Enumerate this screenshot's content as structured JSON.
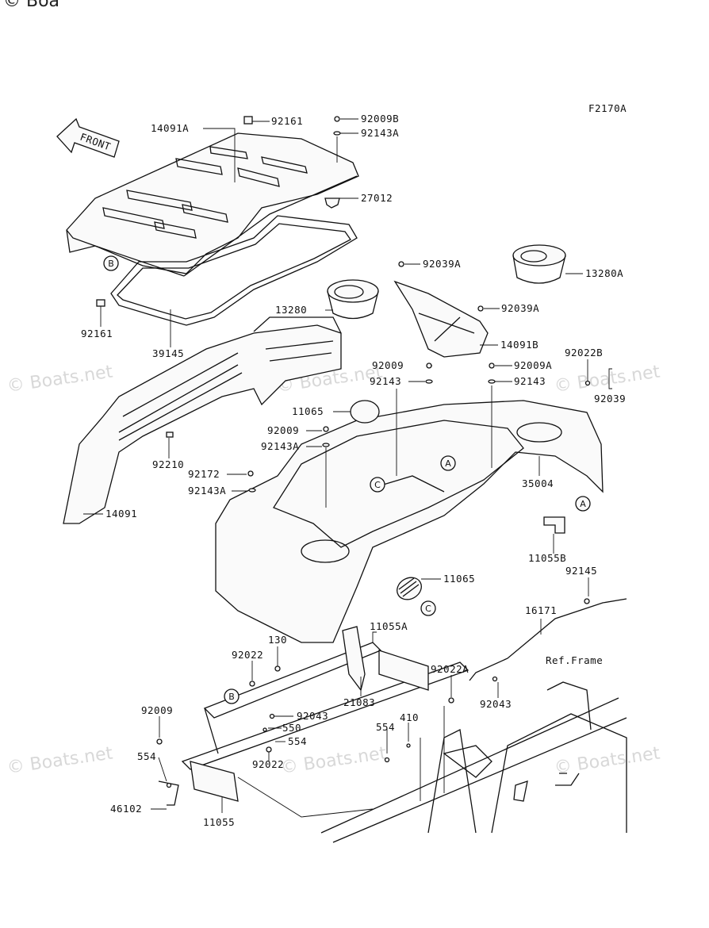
{
  "figure_code": "F2170A",
  "front_label": "FRONT",
  "ref_frame_label": "Ref.Frame",
  "copyright_partial": "© Boa",
  "watermark": "© Boats.net",
  "parts": [
    "14091A",
    "92161",
    "92009B",
    "92143A",
    "27012",
    "92161",
    "39145",
    "13280",
    "92039A",
    "13280A",
    "92039A",
    "14091B",
    "92022B",
    "92009",
    "92143",
    "92009A",
    "92143",
    "92039",
    "11065",
    "92009",
    "92143A",
    "35004",
    "92210",
    "92172",
    "92143A",
    "14091",
    "11055B",
    "92145",
    "11065",
    "16171",
    "130",
    "11055A",
    "92022",
    "92022A",
    "21083",
    "92043",
    "92009",
    "92043",
    "550",
    "554",
    "554",
    "410",
    "554",
    "92022",
    "46102",
    "11055"
  ],
  "callouts": [
    "B",
    "A",
    "C",
    "A",
    "C",
    "B"
  ]
}
